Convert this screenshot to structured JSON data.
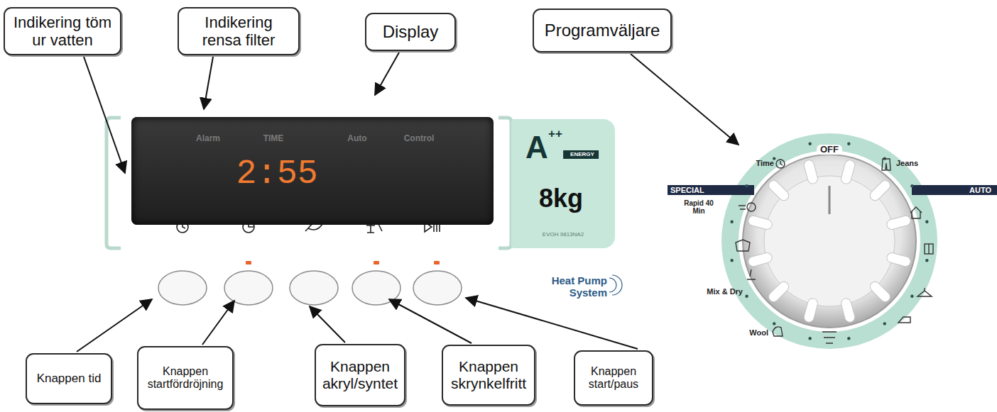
{
  "diagram": {
    "nodes": [
      {
        "text": [
          "Indikering töm ur vatten"
        ]
      },
      {
        "text": [
          "Indikering rensa filter"
        ]
      },
      {
        "text": [
          "Display"
        ]
      },
      {
        "text": [
          "Programväljare"
        ]
      },
      {
        "text": [
          "Alarm",
          "TIME",
          "Auto",
          "Control",
          "2:55"
        ]
      },
      {
        "text": [
          "A",
          "++",
          "ENERGY",
          "8kg",
          "EVOH 9813NA2"
        ]
      },
      {
        "text": [
          "Knappen tid"
        ]
      },
      {
        "text": [
          "Knappen startfördröjning"
        ]
      },
      {
        "text": [
          "Knappen akryl/syntet"
        ]
      },
      {
        "text": [
          "Knappen skrynkelfritt"
        ]
      },
      {
        "text": [
          "Knappen start/paus"
        ]
      }
    ],
    "labels": [
      "Heat Pump System",
      "OFF",
      "Jeans",
      "AUTO",
      "SPECIAL",
      "Time",
      "Rapid 40 Min",
      "Mix & Dry",
      "Wool"
    ]
  }
}
